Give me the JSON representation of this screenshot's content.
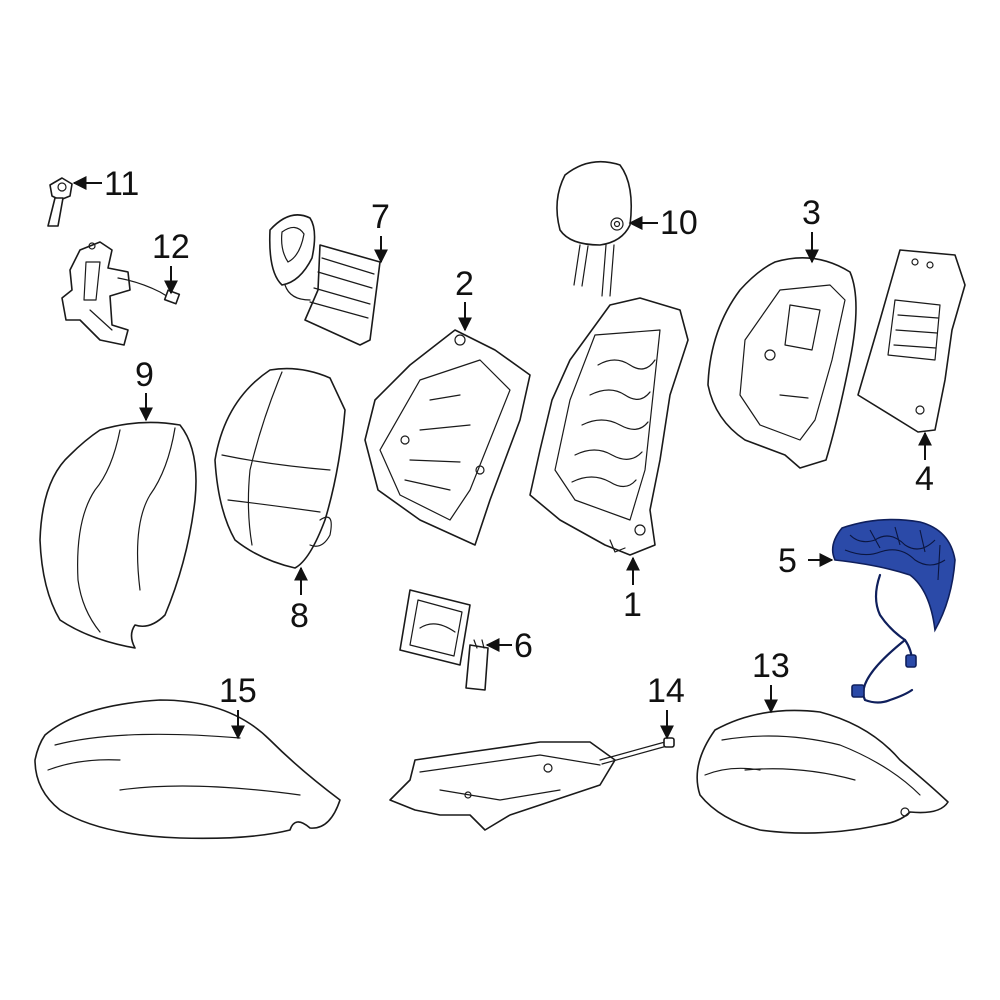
{
  "diagram": {
    "highlight_color": "#2b4aa8",
    "line_color": "#1a1a1a",
    "highlighted_part": "5",
    "callouts": [
      {
        "id": "c1",
        "label": "1"
      },
      {
        "id": "c2",
        "label": "2"
      },
      {
        "id": "c3",
        "label": "3"
      },
      {
        "id": "c4",
        "label": "4"
      },
      {
        "id": "c5",
        "label": "5"
      },
      {
        "id": "c6",
        "label": "6"
      },
      {
        "id": "c7",
        "label": "7"
      },
      {
        "id": "c8",
        "label": "8"
      },
      {
        "id": "c9",
        "label": "9"
      },
      {
        "id": "c10",
        "label": "10"
      },
      {
        "id": "c11",
        "label": "11"
      },
      {
        "id": "c12",
        "label": "12"
      },
      {
        "id": "c13",
        "label": "13"
      },
      {
        "id": "c14",
        "label": "14"
      },
      {
        "id": "c15",
        "label": "15"
      }
    ]
  }
}
